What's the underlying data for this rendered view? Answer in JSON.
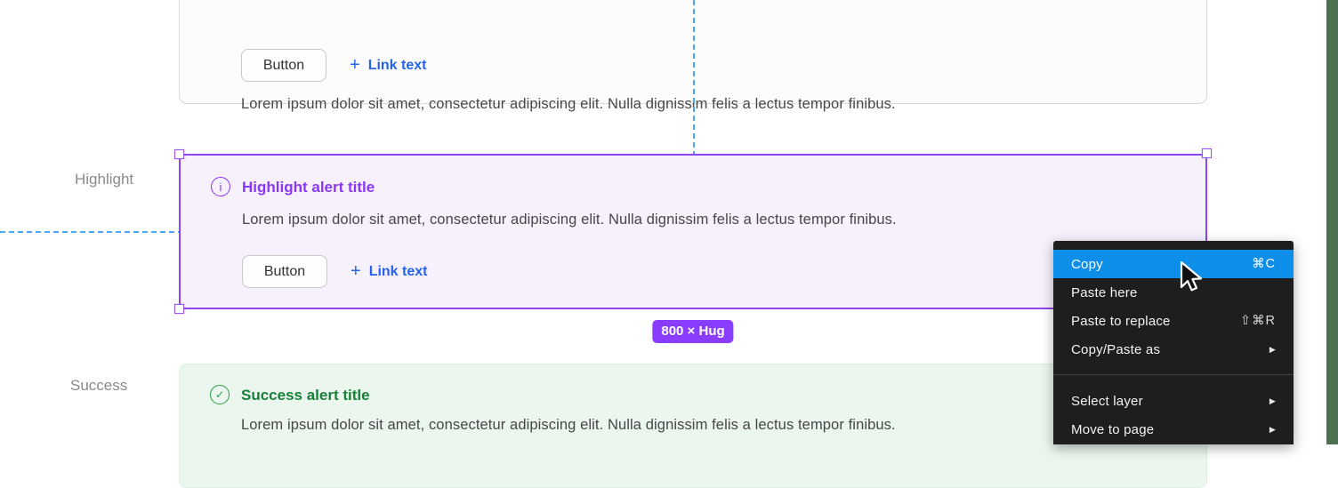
{
  "colors": {
    "highlight_purple": "#8a38f5",
    "selection_purple": "#8f45f0",
    "badge_purple": "#8b3dff",
    "success_green": "#188038",
    "success_bg": "#ebf6ee",
    "highlight_bg": "#f7f0fd",
    "link_blue": "#2563eb",
    "guide_blue": "#4fa5f8",
    "menu_bg": "#1e1e1e",
    "menu_active_blue": "#0d8ee9",
    "sidebar_green": "#4b7150"
  },
  "gutter": {
    "highlight_label": "Highlight",
    "success_label": "Success"
  },
  "size_badge": {
    "text": "800 × Hug"
  },
  "alerts": {
    "default": {
      "body": "Lorem ipsum dolor sit amet, consectetur adipiscing elit. Nulla dignissim felis a lectus tempor finibus.",
      "button_label": "Button",
      "plus": "+",
      "link_label": "Link text"
    },
    "highlight": {
      "icon_glyph": "i",
      "title": "Highlight alert title",
      "body": "Lorem ipsum dolor sit amet, consectetur adipiscing elit. Nulla dignissim felis a lectus tempor finibus.",
      "button_label": "Button",
      "plus": "+",
      "link_label": "Link text"
    },
    "success": {
      "icon_glyph": "✓",
      "title": "Success alert title",
      "body": "Lorem ipsum dolor sit amet, consectetur adipiscing elit. Nulla dignissim felis a lectus tempor finibus."
    }
  },
  "menu": {
    "submenu_glyph": "▶",
    "items": [
      {
        "label": "Copy",
        "shortcut": "⌘C",
        "active": true
      },
      {
        "label": "Paste here",
        "shortcut": ""
      },
      {
        "label": "Paste to replace",
        "shortcut": "⇧⌘R"
      },
      {
        "label": "Copy/Paste as",
        "submenu": true
      },
      {
        "divider": true
      },
      {
        "label": "Select layer",
        "submenu": true
      },
      {
        "label": "Move to page",
        "submenu": true
      }
    ]
  }
}
